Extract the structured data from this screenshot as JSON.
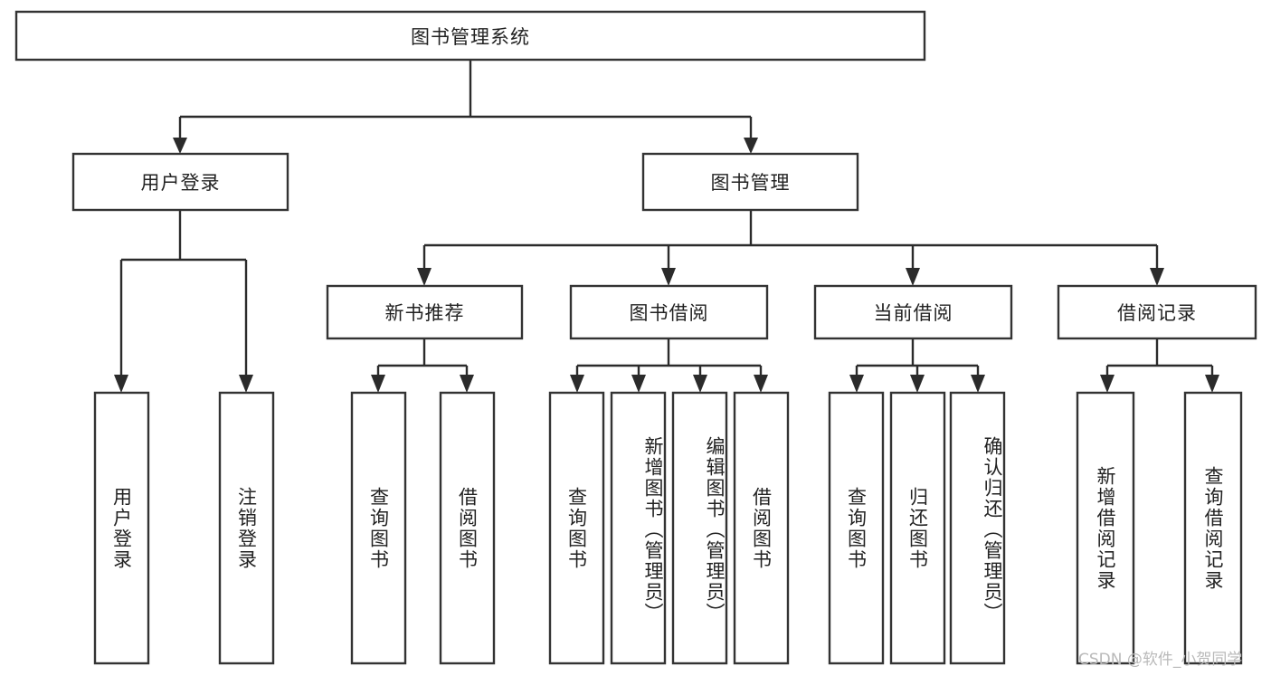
{
  "diagram": {
    "title": "图书管理系统",
    "type": "hierarchy-tree",
    "watermark": "CSDN @软件_小贺同学",
    "colors": {
      "box_stroke": "#333333",
      "box_fill": "#ffffff",
      "connector": "#2b2b2b",
      "text": "#222222",
      "watermark": "#b9b9b9",
      "background": "#ffffff"
    },
    "levels": {
      "root": {
        "label": "图书管理系统"
      },
      "level2": [
        {
          "label": "用户登录"
        },
        {
          "label": "图书管理"
        }
      ],
      "level3": [
        {
          "label": "新书推荐"
        },
        {
          "label": "图书借阅"
        },
        {
          "label": "当前借阅"
        },
        {
          "label": "借阅记录"
        }
      ],
      "leaves": {
        "user_login": [
          {
            "label": "用户登录"
          },
          {
            "label": "注销登录"
          }
        ],
        "new_book_recommend": [
          {
            "label": "查询图书"
          },
          {
            "label": "借阅图书"
          }
        ],
        "book_borrow": [
          {
            "label": "查询图书"
          },
          {
            "label": "新增图书（管理员）"
          },
          {
            "label": "编辑图书（管理员）"
          },
          {
            "label": "借阅图书"
          }
        ],
        "current_borrow": [
          {
            "label": "查询图书"
          },
          {
            "label": "归还图书"
          },
          {
            "label": "确认归还（管理员）"
          }
        ],
        "borrow_record": [
          {
            "label": "新增借阅记录"
          },
          {
            "label": "查询借阅记录"
          }
        ]
      }
    }
  }
}
